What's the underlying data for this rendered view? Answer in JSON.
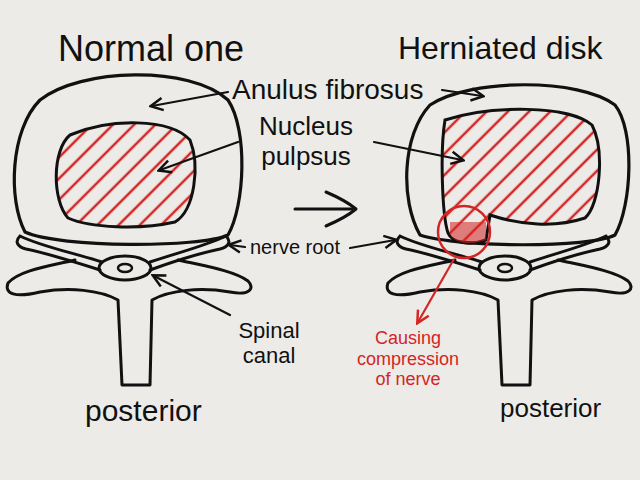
{
  "diagram": {
    "labels": [
      "Normal one",
      "Herniated disk",
      "Anulus fibrosus",
      "Nucleus pulpsus",
      "nerve root",
      "Spinal canal",
      "posterior",
      "posterior",
      "Causing compression of nerve"
    ]
  }
}
